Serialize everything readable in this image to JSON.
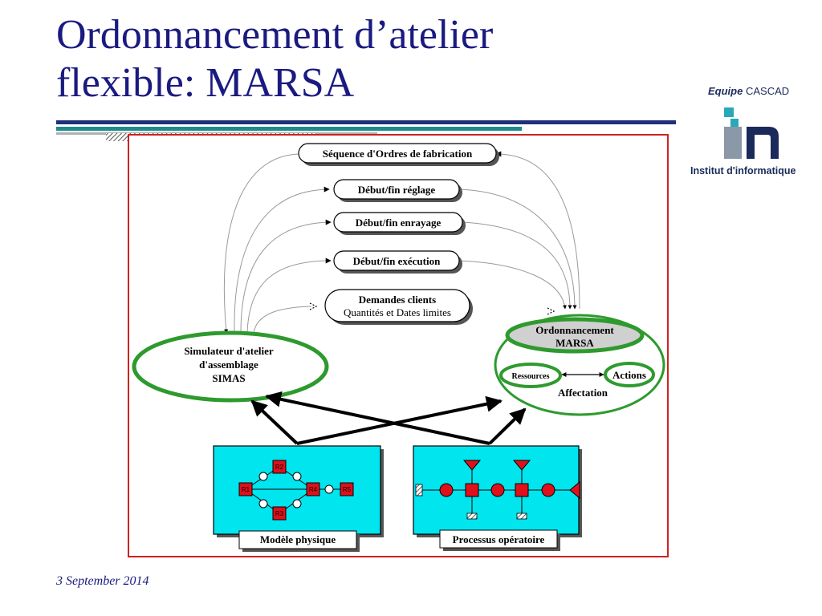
{
  "slide": {
    "title_line1": "Ordonnancement d’atelier",
    "title_line2": "flexible: MARSA",
    "date": "3 September 2014"
  },
  "logo": {
    "team_word": "Equipe",
    "team_name": "CASCAD",
    "institute": "Institut d'informatique"
  },
  "diagram": {
    "flows": {
      "sequence": "Séquence d'Ordres de fabrication",
      "reglage": "Début/fin réglage",
      "enrayage": "Début/fin enrayage",
      "execution": "Début/fin exécution",
      "demandes_line1": "Demandes clients",
      "demandes_line2": "Quantités et Dates limites"
    },
    "simulator": {
      "line1": "Simulateur d'atelier",
      "line2": "d'assemblage",
      "line3": "SIMAS"
    },
    "marsa": {
      "line1": "Ordonnancement",
      "line2": "MARSA",
      "ressources": "Ressources",
      "actions": "Actions",
      "affectation": "Affectation"
    },
    "physical_model": {
      "label": "Modèle physique",
      "nodes": [
        "R2",
        "R1",
        "R4",
        "R5",
        "R3"
      ]
    },
    "process": {
      "label": "Processus opératoire"
    }
  },
  "colors": {
    "title": "#1a1a80",
    "frame": "#cc2222",
    "ellipse": "#2e9a2e",
    "panel": "#00e5ee",
    "node": "#e0101a",
    "rule_navy": "#1f2f7a",
    "rule_teal": "#1f8a8a"
  }
}
